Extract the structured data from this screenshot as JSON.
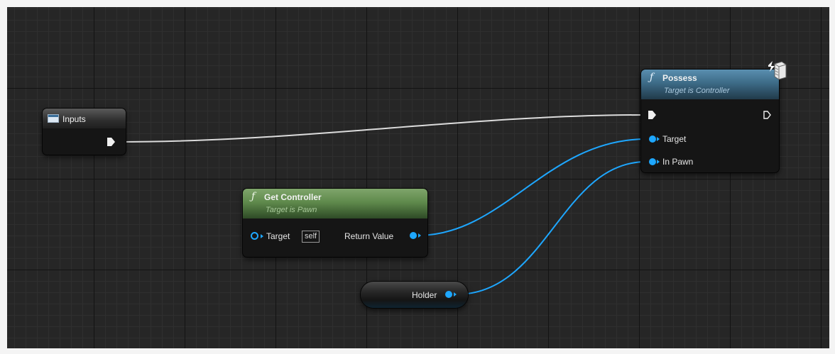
{
  "colors": {
    "exec_wire": "#dcdcdc",
    "data_wire": "#1ea7ff",
    "possess_header": "#3d6b87",
    "get_controller_header": "#5f8a4c",
    "inputs_header": "#4c4c4c"
  },
  "nodes": {
    "inputs": {
      "title": "Inputs",
      "icon": "event-window-icon"
    },
    "possess": {
      "title": "Possess",
      "subtitle": "Target is Controller",
      "icon": "function-icon",
      "corner_icon": "network-authority-icon",
      "pins": {
        "target": "Target",
        "in_pawn": "In Pawn"
      }
    },
    "get_controller": {
      "title": "Get Controller",
      "subtitle": "Target is Pawn",
      "icon": "function-icon",
      "pins": {
        "target": "Target",
        "target_default": "self",
        "return_value": "Return Value"
      }
    },
    "holder": {
      "label": "Holder"
    }
  }
}
